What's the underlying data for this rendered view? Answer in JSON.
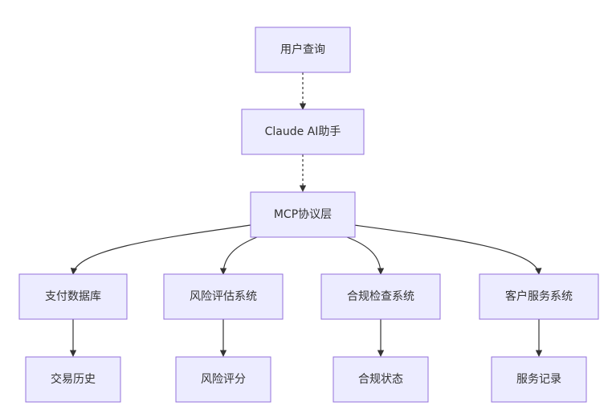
{
  "diagram": {
    "type": "flowchart",
    "colors": {
      "node_fill": "#ECECFF",
      "node_stroke": "#9370DB",
      "text": "#333333",
      "edge": "#333333"
    },
    "nodes": [
      {
        "id": "user_query",
        "label": "用户查询"
      },
      {
        "id": "claude",
        "label": "Claude AI助手"
      },
      {
        "id": "mcp",
        "label": "MCP协议层"
      },
      {
        "id": "payment_db",
        "label": "支付数据库"
      },
      {
        "id": "risk_system",
        "label": "风险评估系统"
      },
      {
        "id": "compliance_system",
        "label": "合规检查系统"
      },
      {
        "id": "customer_system",
        "label": "客户服务系统"
      },
      {
        "id": "tx_history",
        "label": "交易历史"
      },
      {
        "id": "risk_score",
        "label": "风险评分"
      },
      {
        "id": "compliance_status",
        "label": "合规状态"
      },
      {
        "id": "service_records",
        "label": "服务记录"
      }
    ],
    "edges": [
      {
        "from": "user_query",
        "to": "claude",
        "style": "dotted"
      },
      {
        "from": "claude",
        "to": "mcp",
        "style": "dotted"
      },
      {
        "from": "mcp",
        "to": "payment_db",
        "style": "solid"
      },
      {
        "from": "mcp",
        "to": "risk_system",
        "style": "solid"
      },
      {
        "from": "mcp",
        "to": "compliance_system",
        "style": "solid"
      },
      {
        "from": "mcp",
        "to": "customer_system",
        "style": "solid"
      },
      {
        "from": "payment_db",
        "to": "tx_history",
        "style": "solid"
      },
      {
        "from": "risk_system",
        "to": "risk_score",
        "style": "solid"
      },
      {
        "from": "compliance_system",
        "to": "compliance_status",
        "style": "solid"
      },
      {
        "from": "customer_system",
        "to": "service_records",
        "style": "solid"
      }
    ]
  }
}
